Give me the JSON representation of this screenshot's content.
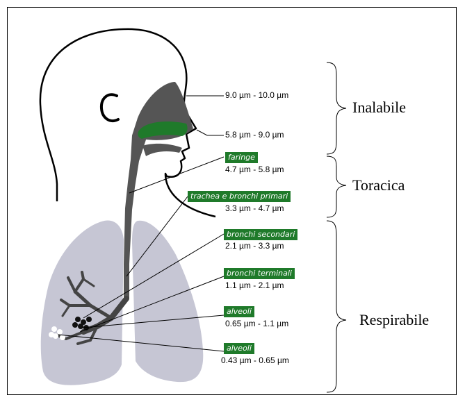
{
  "colors": {
    "tract_green": "#1f7a2a",
    "lung_gray": "#c6c6d4",
    "airway_dark": "#555555",
    "outline": "#000000"
  },
  "ranges": {
    "r1": "9.0 µm - 10.0 µm",
    "r2": "5.8 µm - 9.0 µm",
    "r3": "4.7 µm - 5.8 µm",
    "r4": "3.3 µm - 4.7 µm",
    "r5": "2.1 µm - 3.3 µm",
    "r6": "1.1 µm - 2.1 µm",
    "r7": "0.65 µm - 1.1 µm",
    "r8": "0.43 µm - 0.65 µm"
  },
  "regions": {
    "faringe": "faringe",
    "trachea": "trachea e bronchi primari",
    "bronchi_secondari": "bronchi secondari",
    "bronchi_terminali": "bronchi terminali",
    "alveoli_1": "alveoli",
    "alveoli_2": "alveoli"
  },
  "categories": {
    "inalabile": "Inalabile",
    "toracica": "Toracica",
    "respirabile": "Respirabile"
  }
}
